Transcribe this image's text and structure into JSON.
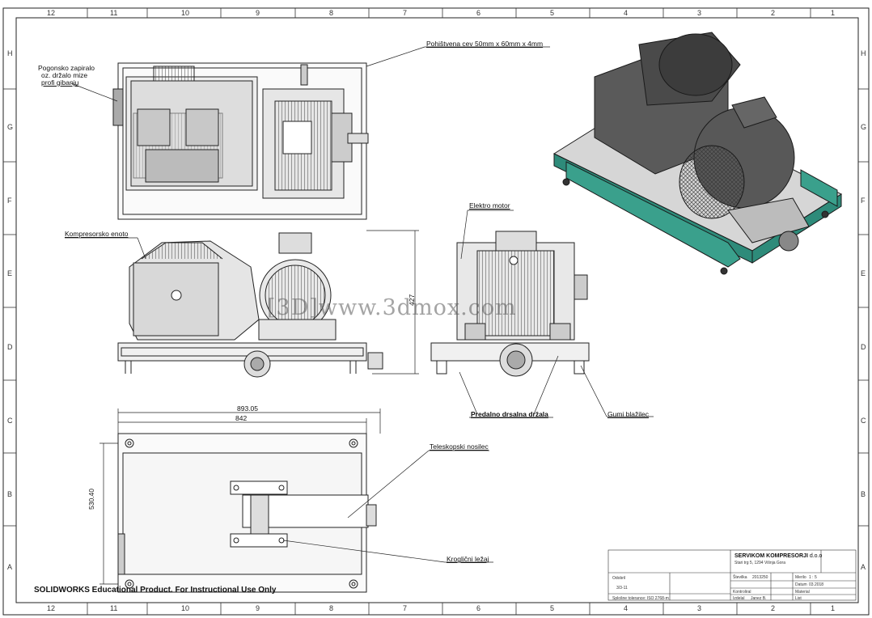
{
  "zones": {
    "top_cols": [
      "12",
      "11",
      "10",
      "9",
      "8",
      "7",
      "6",
      "5",
      "4",
      "3",
      "2",
      "1"
    ],
    "rows": [
      "H",
      "G",
      "F",
      "E",
      "D",
      "C",
      "B",
      "A"
    ]
  },
  "labels": {
    "frame_tube": "Pohištvena cev 50mm x 60mm x 4mm",
    "drive_line1": "Pogonsko zapiralo",
    "drive_line2": "oz. držalo mize",
    "drive_line3": "profi gibanju",
    "compressor_unit": "Kompresorsko enoto",
    "electric_motor": "Elektro motor",
    "front_holder": "Predalno drsalna držala",
    "rubber_bearing": "Gumi blažilec",
    "telescopic": "Teleskopski nosilec",
    "ball_bearing": "Kroglični ležaj"
  },
  "dimensions": {
    "overall_length": "893.05",
    "inner_length": "842",
    "width": "530.40",
    "height": "427"
  },
  "watermark": "[3D]www.3dmox.com",
  "footer": "SOLIDWORKS Educational Product. For Instructional Use Only",
  "title_block": {
    "company": "SERVIKOM KOMPRESORJI",
    "company_suffix": "d.o.o",
    "address": "Stari trg 5, 1294 Višnja Gora",
    "scale_label": "Merilo",
    "scale": "1 : 5",
    "number_label": "Številka",
    "number": "2013250",
    "date_label": "Datum",
    "date": "03.2018",
    "drawn_label": "Izdelal",
    "drawn_by": "Janez B.",
    "sheet_label": "List",
    "material_label": "Material",
    "quantity": "3/3-11",
    "approved_label": "Odobril",
    "checked_label": "Kontroliral",
    "note": "Splošne tolerance: ISO 2768-m"
  }
}
